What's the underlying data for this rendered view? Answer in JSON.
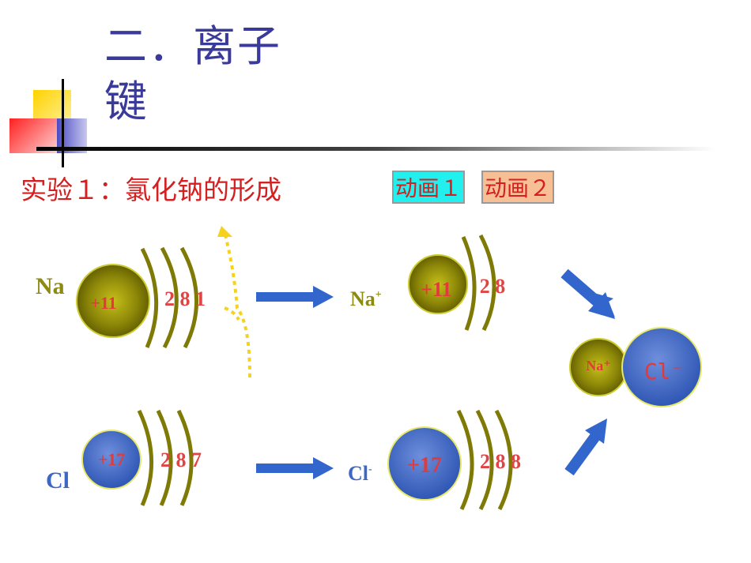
{
  "title": "二．离子键",
  "subtitle": "实验１：氯化钠的形成",
  "buttons": {
    "anim1": "动画１",
    "anim2": "动画２"
  },
  "atoms": {
    "na": {
      "label": "Na",
      "nucleus": "+11",
      "shells": "2 8 1"
    },
    "cl": {
      "label": "Cl",
      "nucleus": "+17",
      "shells": "2 8 7"
    }
  },
  "ions": {
    "na": {
      "label": "Na",
      "charge": "+",
      "nucleus": "+11",
      "shells": "2 8"
    },
    "cl": {
      "label": "Cl",
      "charge": "-",
      "nucleus": "+17",
      "shells": "2 8 8"
    }
  },
  "compound": {
    "na": "Na⁺",
    "cl": "Cl⁻"
  },
  "colors": {
    "title": "#3a3a9a",
    "red": "#d42020",
    "olive": "#8c8a10",
    "blue": "#3d67c4",
    "arrow": "#3366cc",
    "electron_path": "#f5d21c"
  }
}
